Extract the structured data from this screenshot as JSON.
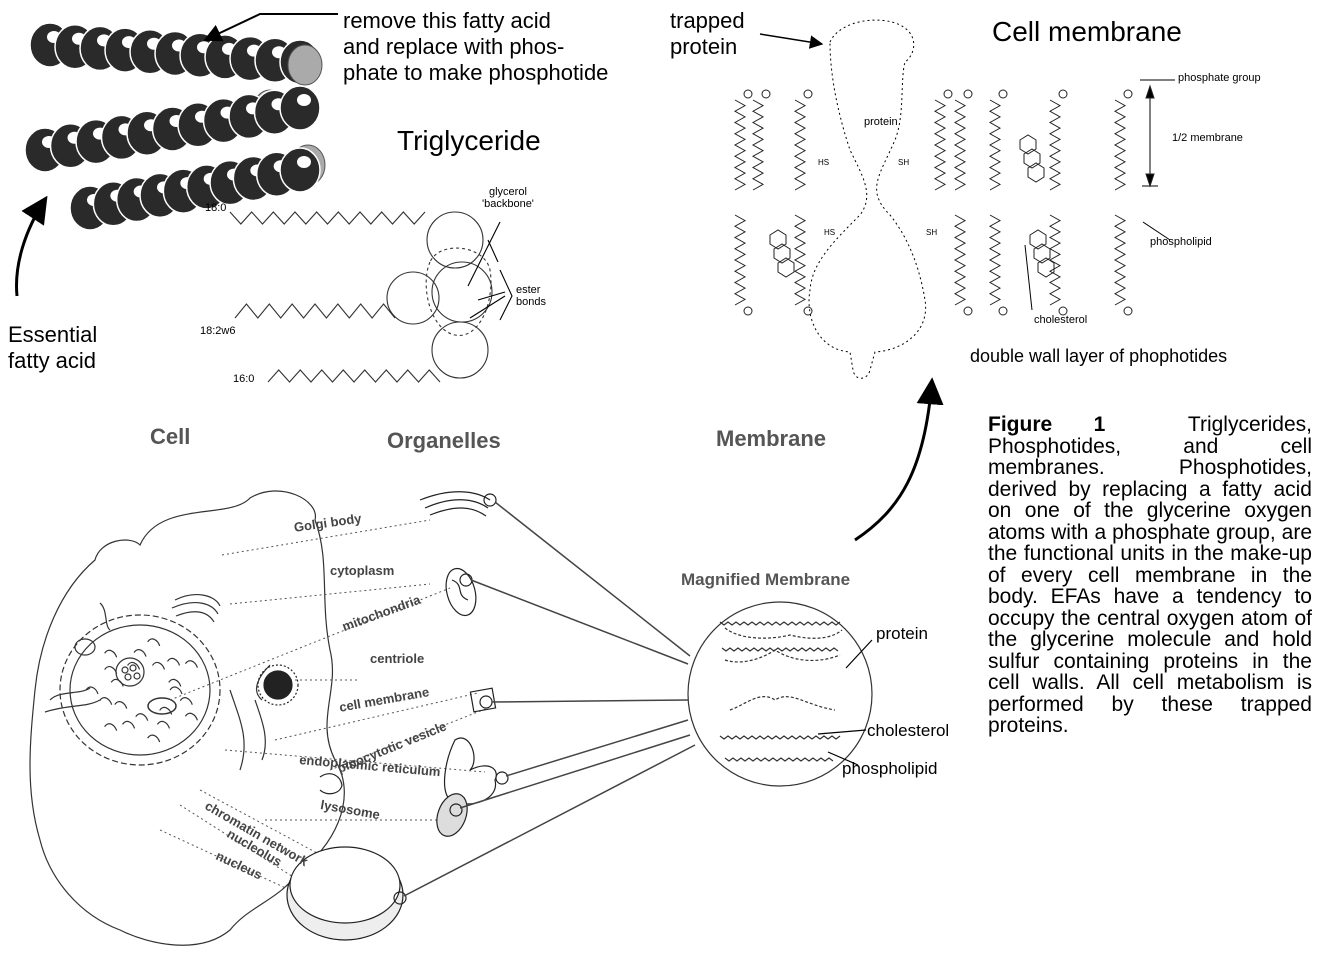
{
  "triglyceride": {
    "title": "Triglyceride",
    "note_line1": "remove this fatty acid",
    "note_line2": "and replace with phos-",
    "note_line3": "phate to make phosphotide",
    "efa_line1": "Essential",
    "efa_line2": "fatty acid",
    "chain_labels": [
      "18:0",
      "18:2w6",
      "16:0"
    ],
    "glycerol_label_line1": "glycerol",
    "glycerol_label_line2": "'backbone'",
    "ester_label_line1": "ester",
    "ester_label_line2": "bonds"
  },
  "membrane": {
    "title": "Cell membrane",
    "trapped_line1": "trapped",
    "trapped_line2": "protein",
    "protein_label": "protein",
    "phosphate_group": "phosphate group",
    "half_membrane": "1/2 membrane",
    "phospholipid": "phospholipid",
    "cholesterol": "cholesterol",
    "double_wall": "double wall layer of phophotides",
    "hs": "HS",
    "sh": "SH"
  },
  "cell_diagram": {
    "header_cell": "Cell",
    "header_organelles": "Organelles",
    "header_membrane": "Membrane",
    "magnified_membrane": "Magnified Membrane",
    "organelles": [
      "Golgi body",
      "cytoplasm",
      "mitochondria",
      "centriole",
      "cell membrane",
      "pinocytotic vesicle",
      "endoplasmic reticulum",
      "lysosome",
      "chromatin network",
      "nucleolus",
      "nucleus"
    ],
    "magnified_labels": [
      "protein",
      "cholesterol",
      "phospholipid"
    ]
  },
  "caption": {
    "label": "Figure 1",
    "text": "Triglycerides, Phosphotides, and cell membranes.  Phosphotides, derived by replacing a fatty acid on one of the glycerine oxygen atoms with a phosphate group, are the functional units in the make-up of every cell membrane in the body.  EFAs have a tendency to occupy the central oxygen atom of the glycerine molecule and hold sulfur containing proteins in the cell walls.  All cell metabolism is performed by these trapped proteins."
  }
}
